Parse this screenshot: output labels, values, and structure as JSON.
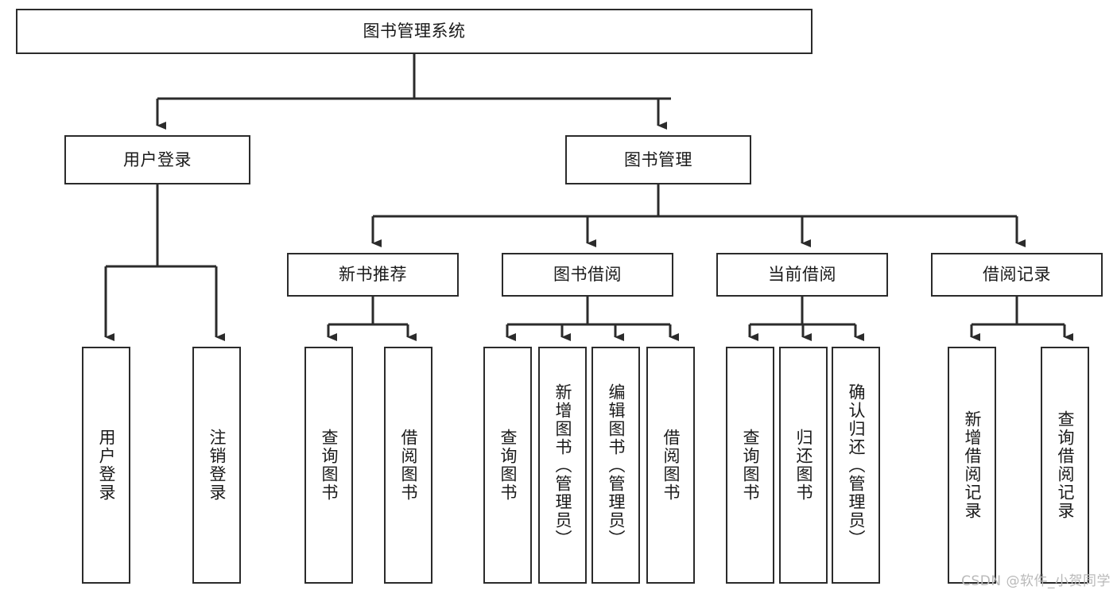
{
  "diagram": {
    "type": "tree-hierarchy-chart",
    "title": "图书管理系统",
    "colors": {
      "box_border": "#2b2b2b",
      "box_fill": "#ffffff",
      "connector": "#2b2b2b",
      "text": "#1a1a1a",
      "watermark": "#b9b9b9"
    },
    "root": {
      "id": "root",
      "label": "图书管理系统",
      "orientation": "horizontal"
    },
    "level1": [
      {
        "id": "user-login",
        "label": "用户登录",
        "orientation": "horizontal"
      },
      {
        "id": "book-management",
        "label": "图书管理",
        "orientation": "horizontal"
      }
    ],
    "level2": [
      {
        "id": "new-book-recommend",
        "label": "新书推荐",
        "orientation": "horizontal",
        "parent": "book-management"
      },
      {
        "id": "book-borrow",
        "label": "图书借阅",
        "orientation": "horizontal",
        "parent": "book-management"
      },
      {
        "id": "current-borrow",
        "label": "当前借阅",
        "orientation": "horizontal",
        "parent": "book-management"
      },
      {
        "id": "borrow-record",
        "label": "借阅记录",
        "orientation": "horizontal",
        "parent": "book-management"
      }
    ],
    "leaves": [
      {
        "id": "leaf-user-login",
        "label": "用户登录",
        "parent": "user-login",
        "orientation": "vertical"
      },
      {
        "id": "leaf-user-logout",
        "label": "注销登录",
        "parent": "user-login",
        "orientation": "vertical"
      },
      {
        "id": "leaf-query-book-1",
        "label": "查询图书",
        "parent": "new-book-recommend",
        "orientation": "vertical"
      },
      {
        "id": "leaf-borrow-book-1",
        "label": "借阅图书",
        "parent": "new-book-recommend",
        "orientation": "vertical"
      },
      {
        "id": "leaf-query-book-2",
        "label": "查询图书",
        "parent": "book-borrow",
        "orientation": "vertical"
      },
      {
        "id": "leaf-add-book",
        "label": "新增图书（管理员）",
        "parent": "book-borrow",
        "orientation": "vertical"
      },
      {
        "id": "leaf-edit-book",
        "label": "编辑图书（管理员）",
        "parent": "book-borrow",
        "orientation": "vertical"
      },
      {
        "id": "leaf-borrow-book-2",
        "label": "借阅图书",
        "parent": "book-borrow",
        "orientation": "vertical"
      },
      {
        "id": "leaf-query-book-3",
        "label": "查询图书",
        "parent": "current-borrow",
        "orientation": "vertical"
      },
      {
        "id": "leaf-return-book",
        "label": "归还图书",
        "parent": "current-borrow",
        "orientation": "vertical"
      },
      {
        "id": "leaf-confirm-return",
        "label": "确认归还（管理员）",
        "parent": "current-borrow",
        "orientation": "vertical"
      },
      {
        "id": "leaf-add-record",
        "label": "新增借阅记录",
        "parent": "borrow-record",
        "orientation": "vertical"
      },
      {
        "id": "leaf-query-record",
        "label": "查询借阅记录",
        "parent": "borrow-record",
        "orientation": "vertical"
      }
    ],
    "watermark": "CSDN @软件_小贺同学"
  }
}
